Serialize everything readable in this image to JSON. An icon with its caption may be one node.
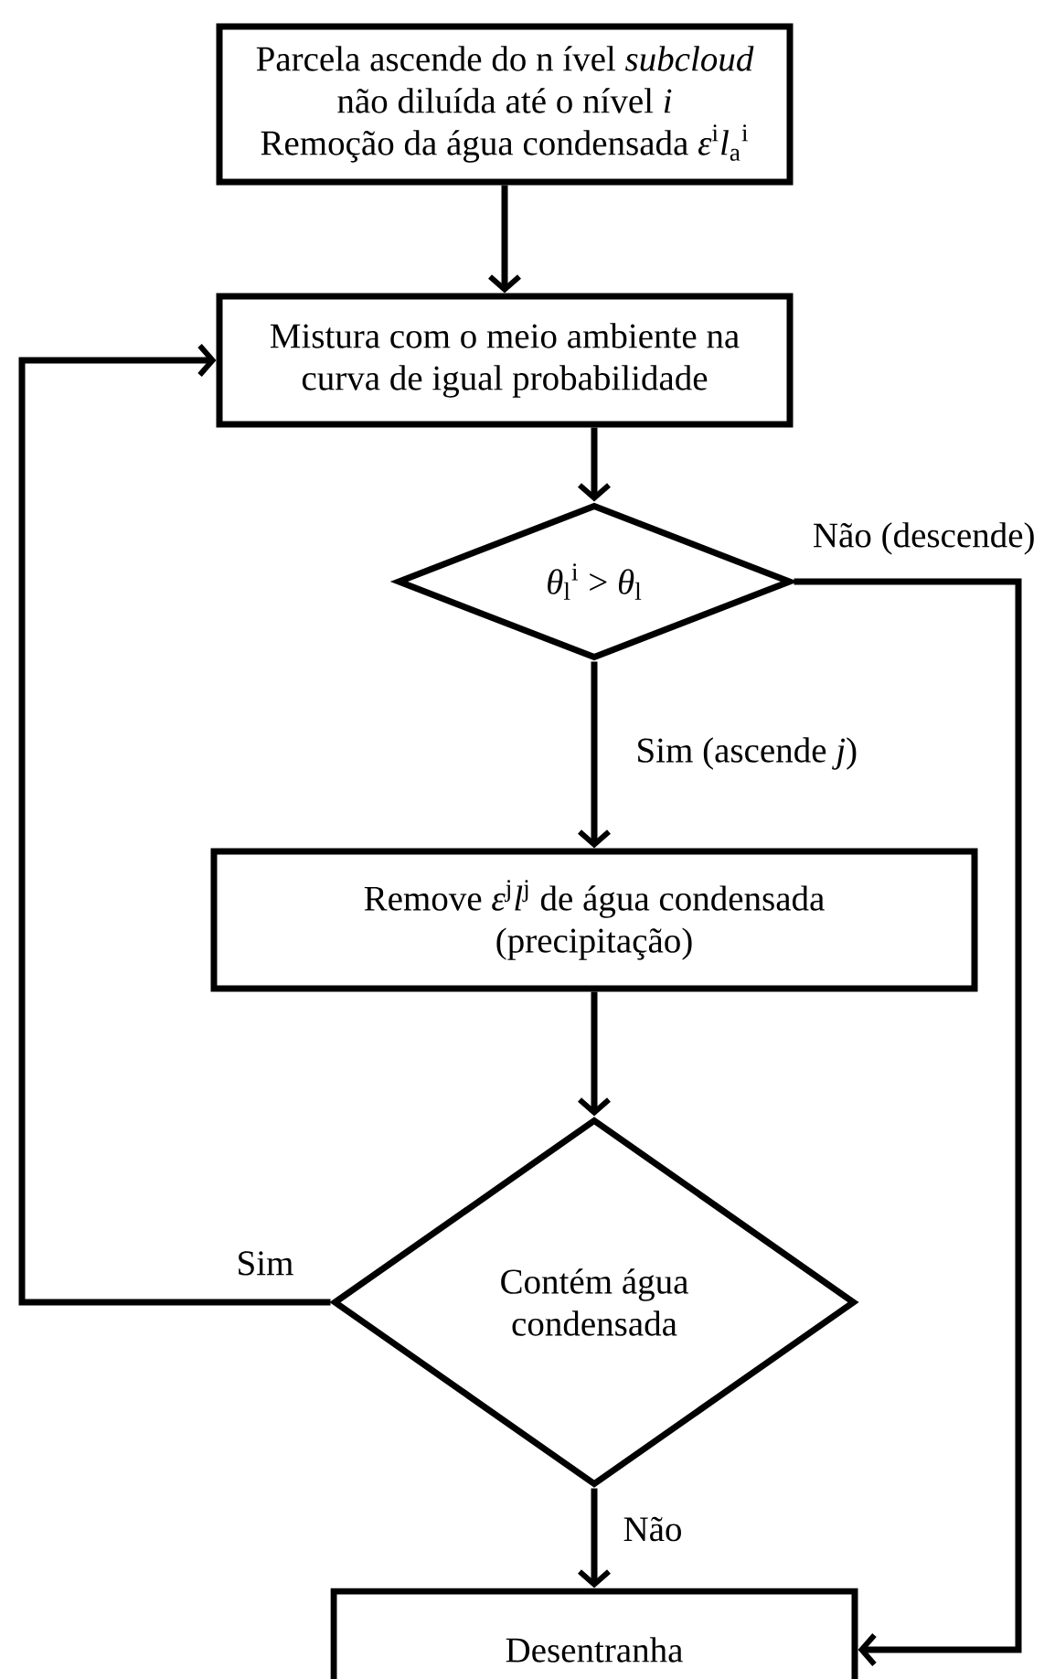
{
  "diagram": {
    "nodes": [
      {
        "text": [
          "Parcela ascende do n ível *subcloud* não diluída até o nível *i*",
          "Remoção da água condensada *ε*$^{i}$*l*$_{a}$$^{i}$"
        ]
      },
      {
        "text": [
          "Mistura com o meio ambiente na curva de igual probabilidade"
        ]
      },
      {
        "text": [
          "*θ*$_{l}$$^{i}$ > *θ*$_{l}$"
        ]
      },
      {
        "text": [
          "Remove *ε*$^{j}$*l*$^{j}$ de água condensada (precipitação)"
        ]
      },
      {
        "text": [
          "Contém água condensada"
        ]
      },
      {
        "text": [
          "Desentranha"
        ]
      }
    ],
    "edges": [
      {
        "from": 0,
        "to": 1,
        "arrow": "to"
      },
      {
        "from": 1,
        "to": 2,
        "arrow": "to"
      },
      {
        "from": 2,
        "to": 3,
        "arrow": "to",
        "label": "Sim (ascende *j*)"
      },
      {
        "from": 2,
        "to": 5,
        "arrow": "to",
        "label": "Não (descende)"
      },
      {
        "from": 3,
        "to": 4,
        "arrow": "to"
      },
      {
        "from": 4,
        "to": 1,
        "arrow": "to",
        "label": "Sim"
      },
      {
        "from": 4,
        "to": 5,
        "arrow": "to",
        "label": "Não"
      }
    ]
  }
}
